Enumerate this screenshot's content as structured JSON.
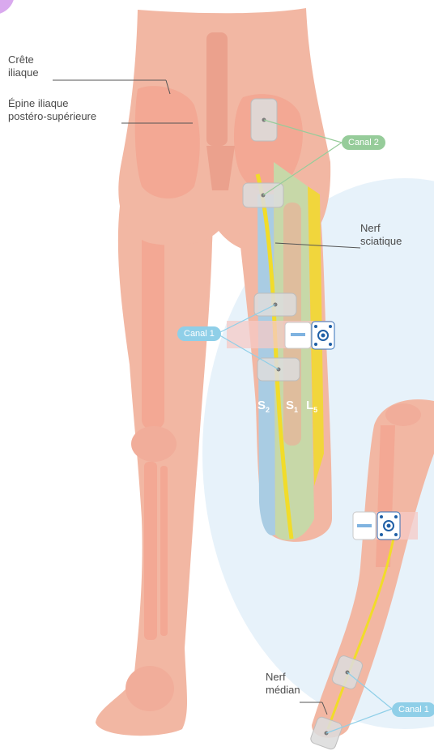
{
  "labels": {
    "crete_iliaque": "Crête iliaque",
    "epine_iliaque": "Épine iliaque postéro-supérieure",
    "nerf_sciatique": "Nerf sciatique",
    "nerf_median": "Nerf médian"
  },
  "channels": {
    "canal_2": "Canal 2",
    "canal_1_leg": "Canal 1",
    "canal_1_arm": "Canal 1"
  },
  "roots": [
    {
      "letter": "S",
      "index": "2"
    },
    {
      "letter": "S",
      "index": "1"
    },
    {
      "letter": "L",
      "index": "5"
    }
  ],
  "colors": {
    "skin": "#f2b7a3",
    "bone": "#f3a894",
    "canal_2": "#96cc9a",
    "canal_1": "#8fcfe8",
    "nerve": "#f1dc2a",
    "s2_zone": "#a9cce3",
    "s1_zone": "#c7d8a8"
  }
}
